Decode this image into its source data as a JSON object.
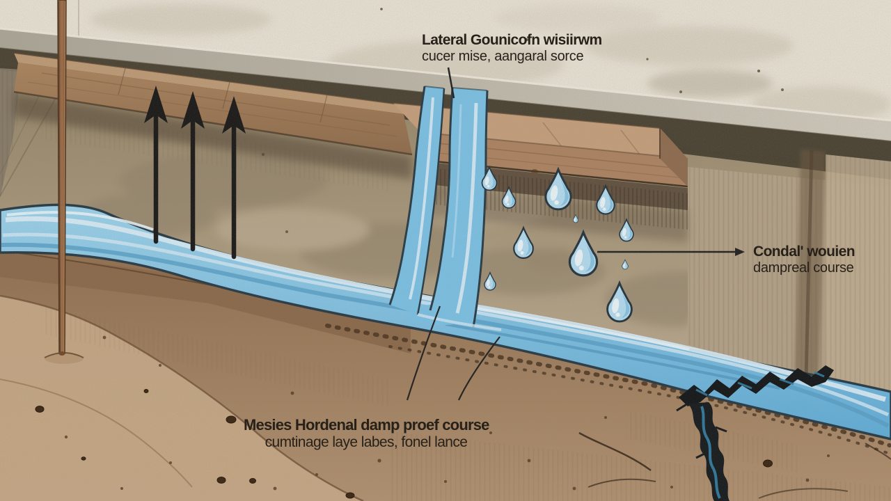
{
  "labels": {
    "top": {
      "line1": "Lateral Gounicofn wisiirwm",
      "line2": "cucer mise, aangaral sorce"
    },
    "right": {
      "line1": "Condal' wouien",
      "line2": "dampreal course"
    },
    "bottom": {
      "line1": "Mesies Hordenal damp proef course",
      "line2": "cumtinage laye labes, fonel lance"
    }
  },
  "palette": {
    "stucco": "#e9e4d7",
    "render_band": "#c3bfb0",
    "dpc_strip": "#463f30",
    "wall": "#ab9c84",
    "ledge": "#a8815f",
    "beam_top": "#c59f7c",
    "beam_front": "#ab8260",
    "soil": "#a98a68",
    "soil_light": "#c6a987",
    "water": "#79c2e8",
    "water_light": "#d9eefb",
    "water_dark": "#549fc9",
    "ink_outline": "#243843",
    "crack": "#10161a",
    "arrow": "#141414",
    "rod": "#8a5a3c",
    "text": "#272119"
  },
  "counts": {
    "water_droplets": 11,
    "rising_damp_arrows": 3
  }
}
